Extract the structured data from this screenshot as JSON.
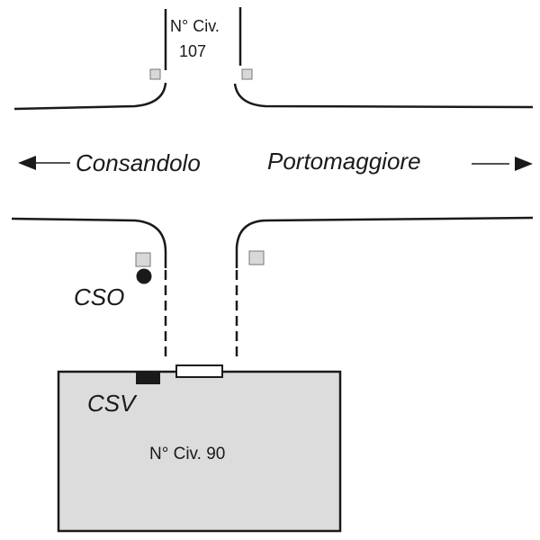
{
  "diagram": {
    "title": "Site access diagram",
    "top_street_number": {
      "line1": "N° Civ.",
      "line2": "107"
    },
    "building_label": "N° Civ. 90",
    "direction_left": "Consandolo",
    "direction_right": "Portomaggiore",
    "markers": {
      "cso": "CSO",
      "csv": "CSV"
    },
    "colors": {
      "line": "#1a1a1a",
      "building_fill": "#dcdcdc",
      "marker_fill": "#d8d8d8",
      "marker_stroke": "#777777",
      "gate_fill": "#ffffff"
    }
  }
}
